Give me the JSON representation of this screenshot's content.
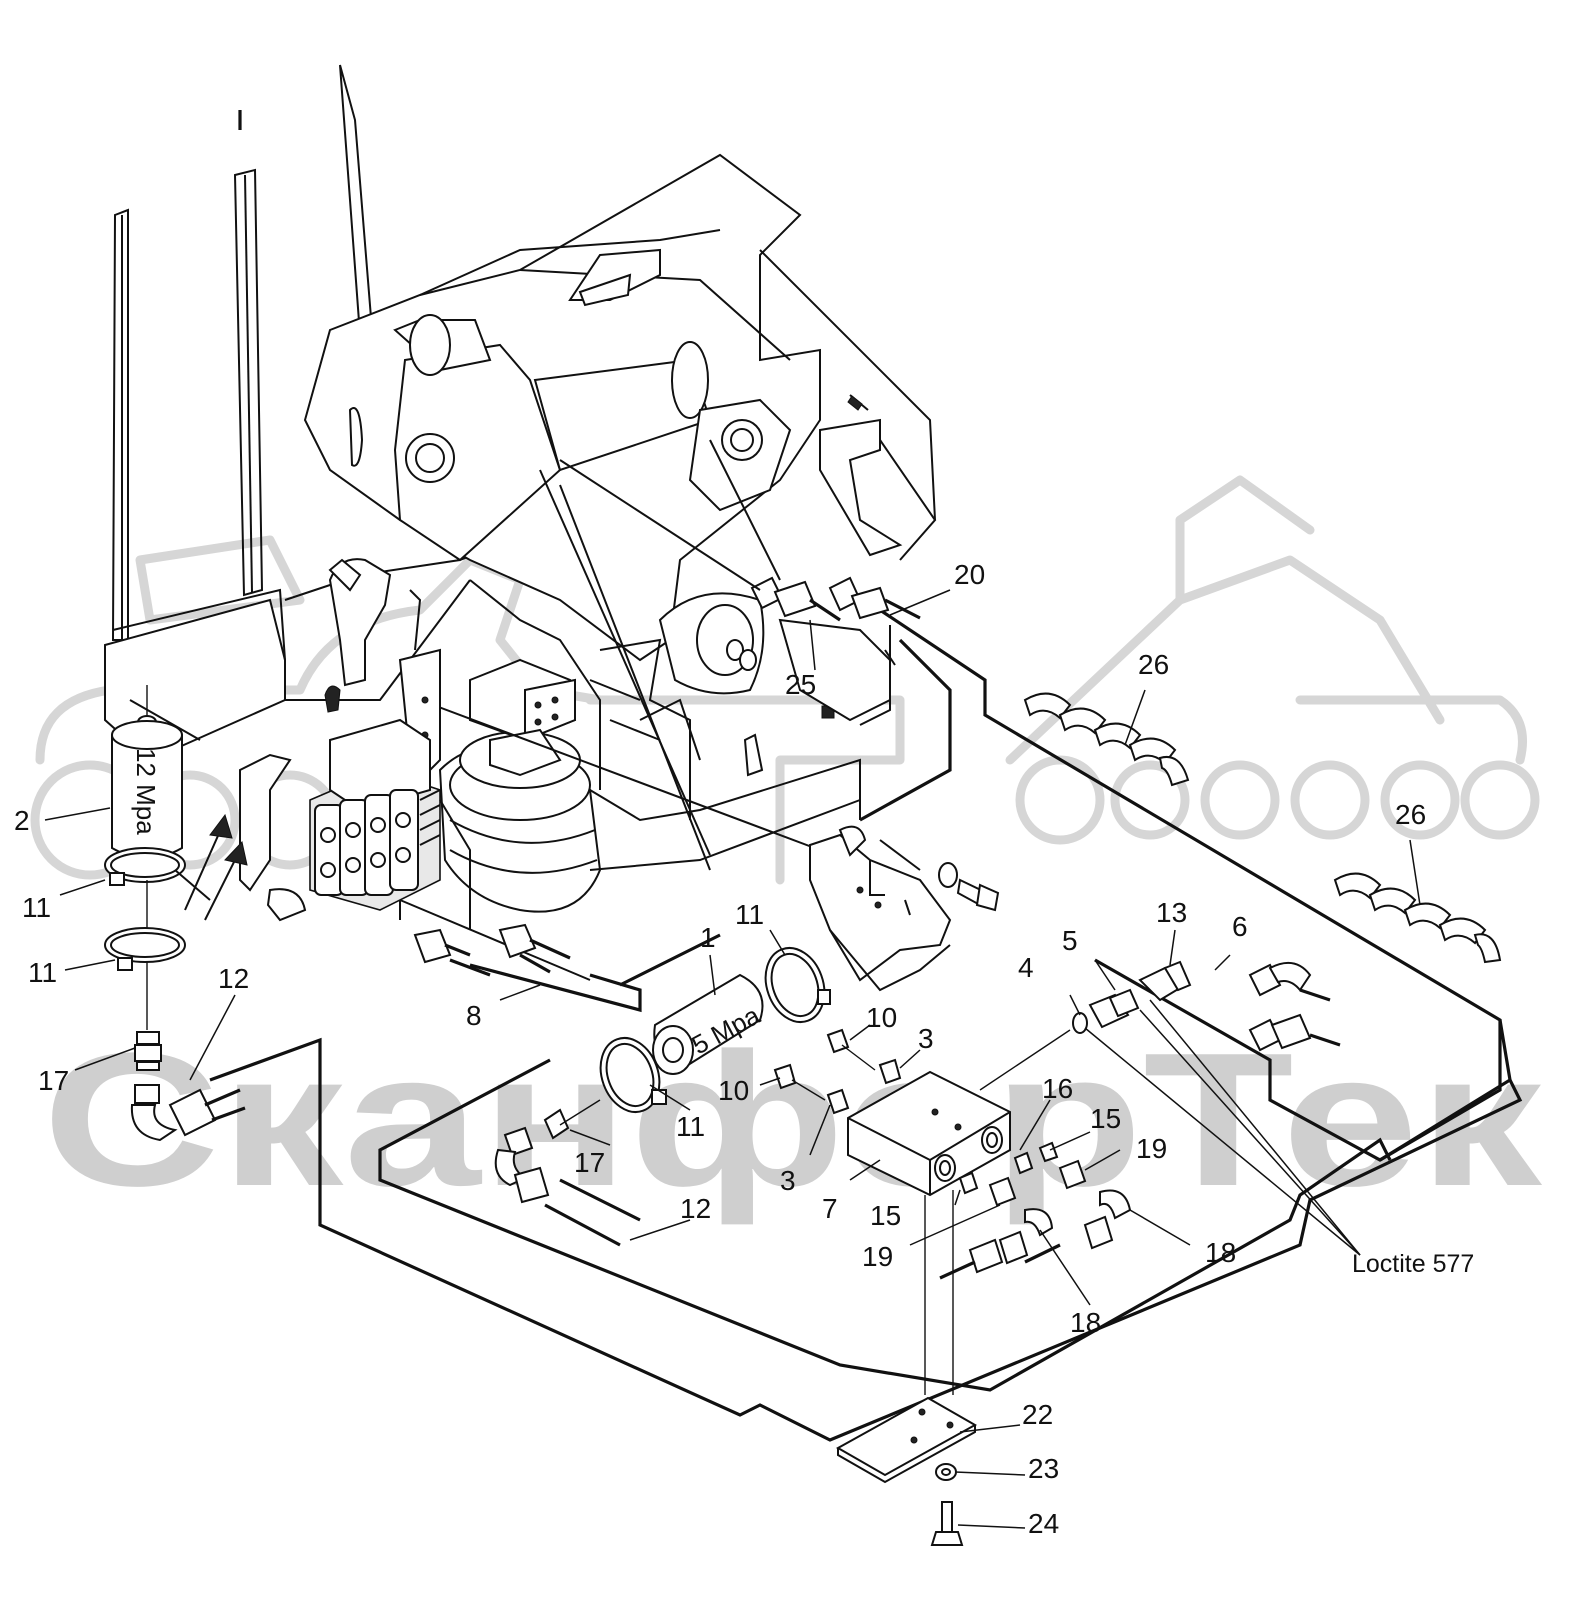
{
  "watermark": {
    "text": "СканфорТек"
  },
  "on_part_text": {
    "filter_2_pressure": "12 Mpa",
    "filter_1_pressure": "5 Mpa"
  },
  "callouts": {
    "c1": "1",
    "c2": "2",
    "c3a": "3",
    "c3b": "3",
    "c4": "4",
    "c5": "5",
    "c6": "6",
    "c7": "7",
    "c8": "8",
    "c10a": "10",
    "c10b": "10",
    "c11a": "11",
    "c11b": "11",
    "c11c": "11",
    "c11d": "11",
    "c12a": "12",
    "c12b": "12",
    "c13": "13",
    "c15a": "15",
    "c15b": "15",
    "c16": "16",
    "c17a": "17",
    "c17b": "17",
    "c18a": "18",
    "c18b": "18",
    "c19a": "19",
    "c19b": "19",
    "c20": "20",
    "c22": "22",
    "c23": "23",
    "c24": "24",
    "c25": "25",
    "c26a": "26",
    "c26b": "26",
    "loctite": "Loctite 577"
  }
}
